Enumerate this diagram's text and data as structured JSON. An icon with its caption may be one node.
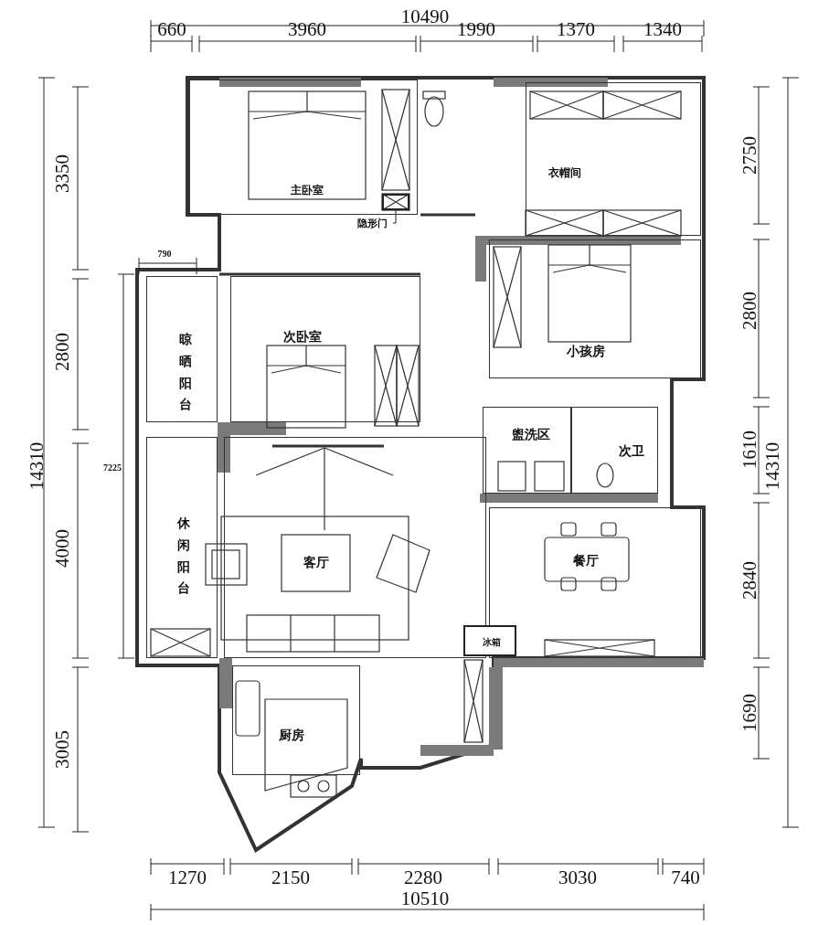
{
  "diagram": {
    "nodes": [
      {
        "text": [
          "主卧室"
        ]
      },
      {
        "text": [
          "衣帽间"
        ]
      },
      {
        "text": [
          "晾晒阳台"
        ]
      },
      {
        "text": [
          "次卧室"
        ]
      },
      {
        "text": [
          "小孩房"
        ]
      },
      {
        "text": [
          "盥洗区"
        ]
      },
      {
        "text": [
          "次卫"
        ]
      },
      {
        "text": [
          "休闲阳台"
        ]
      },
      {
        "text": [
          "客厅"
        ]
      },
      {
        "text": [
          "餐厅"
        ]
      },
      {
        "text": [
          "冰箱"
        ]
      },
      {
        "text": [
          "厨房"
        ]
      },
      {
        "text": [
          "隐形门"
        ]
      },
      {
        "text": [],
        "shape": "box",
        "in": 0
      }
    ],
    "edges": [
      {
        "from": 12,
        "to": 13,
        "arrow": "none"
      }
    ],
    "labels": [
      "10490",
      "660",
      "3960",
      "1990",
      "1370",
      "1340",
      "3350",
      "2750",
      "790",
      "2800",
      "2800",
      "14310",
      "7225",
      "1610",
      "14310",
      "4000",
      "2840",
      "1690",
      "3005",
      "1270",
      "2150",
      "2280",
      "3030",
      "740",
      "10510"
    ]
  }
}
